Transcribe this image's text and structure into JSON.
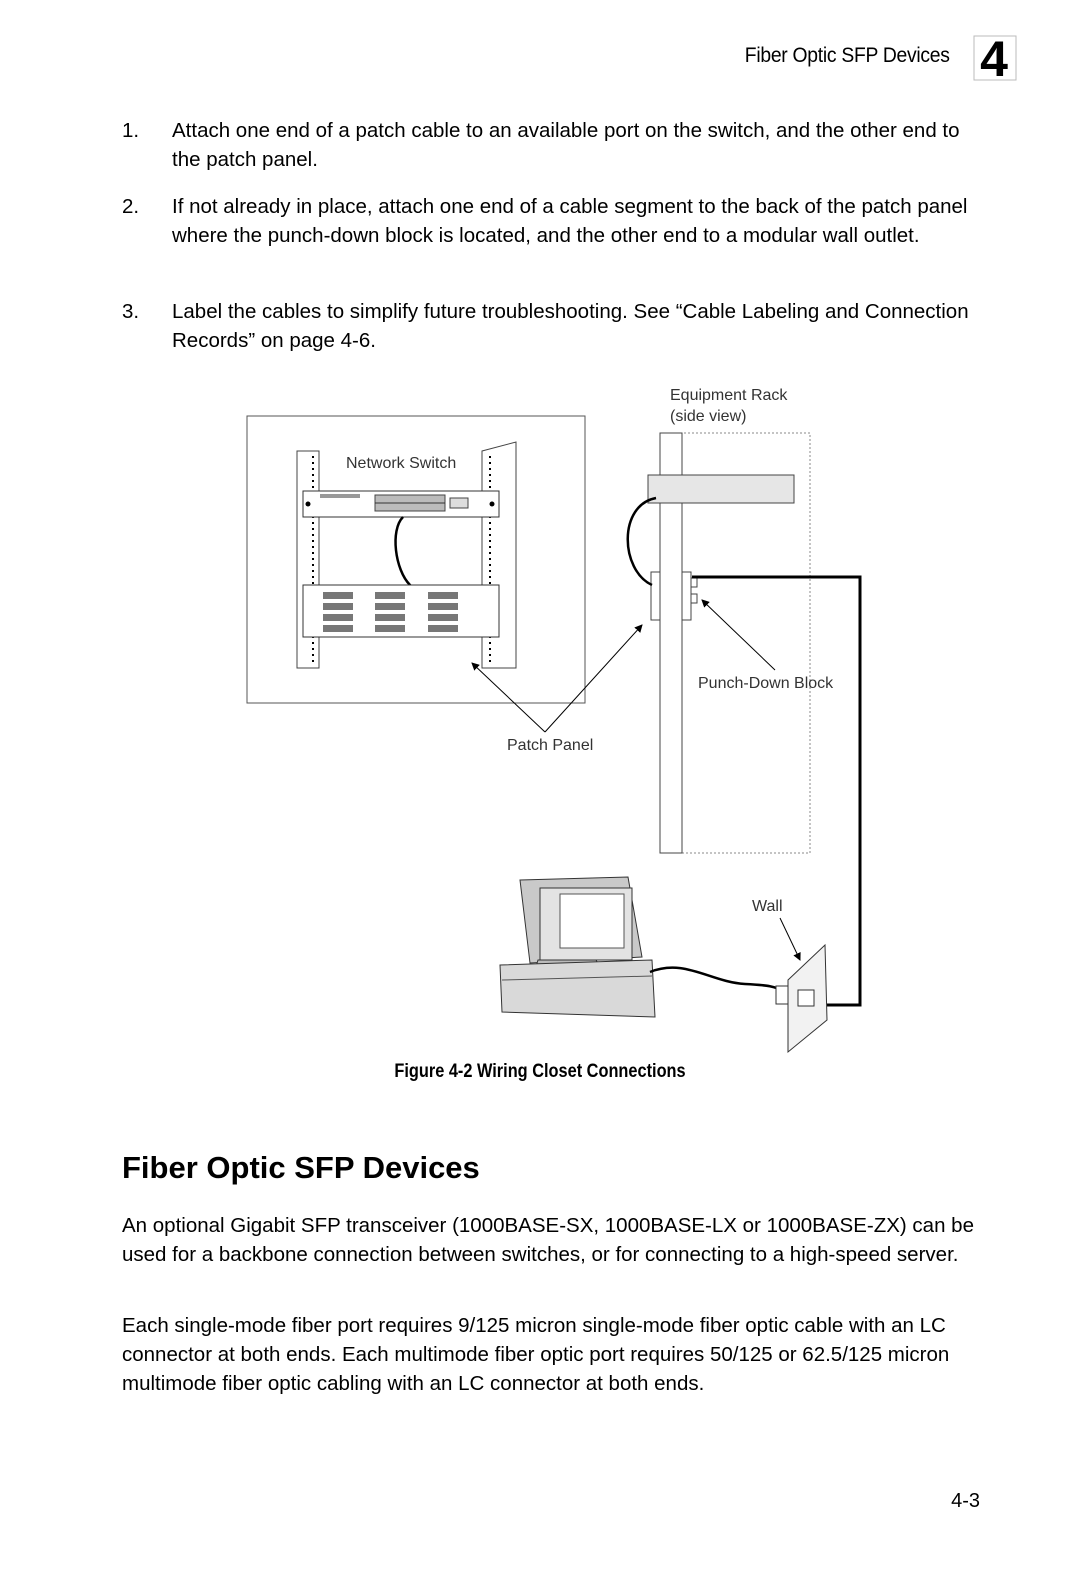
{
  "header": {
    "running_title": "Fiber Optic SFP Devices",
    "chapter_number": "4"
  },
  "steps": [
    {
      "num": "1.",
      "text": "Attach one end of a patch cable to an available port on the switch, and the other end to the patch panel."
    },
    {
      "num": "2.",
      "text": "If not already in place, attach one end of a cable segment to the back of the patch panel where the punch-down block is located, and the other end to a modular wall outlet."
    },
    {
      "num": "3.",
      "text": "Label the cables to simplify future troubleshooting. See “Cable Labeling and Connection Records” on page 4-6."
    }
  ],
  "figure": {
    "labels": {
      "equipment_rack": "Equipment Rack",
      "side_view": "(side view)",
      "network_switch": "Network Switch",
      "punch_down_block": "Punch-Down Block",
      "patch_panel": "Patch Panel",
      "wall": "Wall"
    },
    "caption": "Figure 4-2  Wiring Closet Connections"
  },
  "section": {
    "heading": "Fiber Optic SFP Devices",
    "paragraphs": [
      "An optional Gigabit SFP transceiver (1000BASE-SX, 1000BASE-LX or 1000BASE-ZX) can be used for a backbone connection between switches, or for connecting to a high-speed server.",
      "Each single-mode fiber port requires 9/125 micron single-mode fiber optic cable with an LC connector at both ends. Each multimode fiber optic port requires 50/125 or 62.5/125 micron multimode fiber optic cabling with an LC connector at both ends."
    ]
  },
  "footer": {
    "page_number": "4-3"
  }
}
